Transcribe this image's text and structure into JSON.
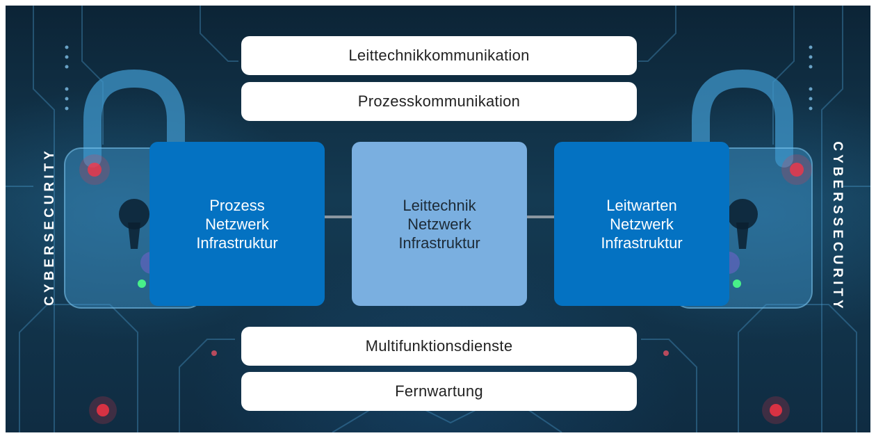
{
  "layers_top": [
    {
      "label": "Leittechnikkommunikation"
    },
    {
      "label": "Prozesskommunikation"
    }
  ],
  "infrastructure": [
    {
      "lines": [
        "Prozess",
        "Netzwerk",
        "Infrastruktur"
      ],
      "color": "#0472c2"
    },
    {
      "lines": [
        "Leittechnik",
        "Netzwerk",
        "Infrastruktur"
      ],
      "color": "#7aafe0"
    },
    {
      "lines": [
        "Leitwarten",
        "Netzwerk",
        "Infrastruktur"
      ],
      "color": "#0472c2"
    }
  ],
  "layers_bottom": [
    {
      "label": "Multifunktionsdienste"
    },
    {
      "label": "Fernwartung"
    }
  ],
  "side_labels": {
    "left": "CYBERSECURITY",
    "right": "CYBERSSECURITY"
  },
  "decor": {
    "background": "#102e44",
    "circuit_color": "#4fa3d6",
    "lock_color": "#3f95c9",
    "glow_red": "#ff3344",
    "glow_purple": "#b05cff",
    "glow_green": "#4dff88",
    "icons": [
      "padlock-icon",
      "padlock-icon",
      "circuit-board"
    ]
  }
}
